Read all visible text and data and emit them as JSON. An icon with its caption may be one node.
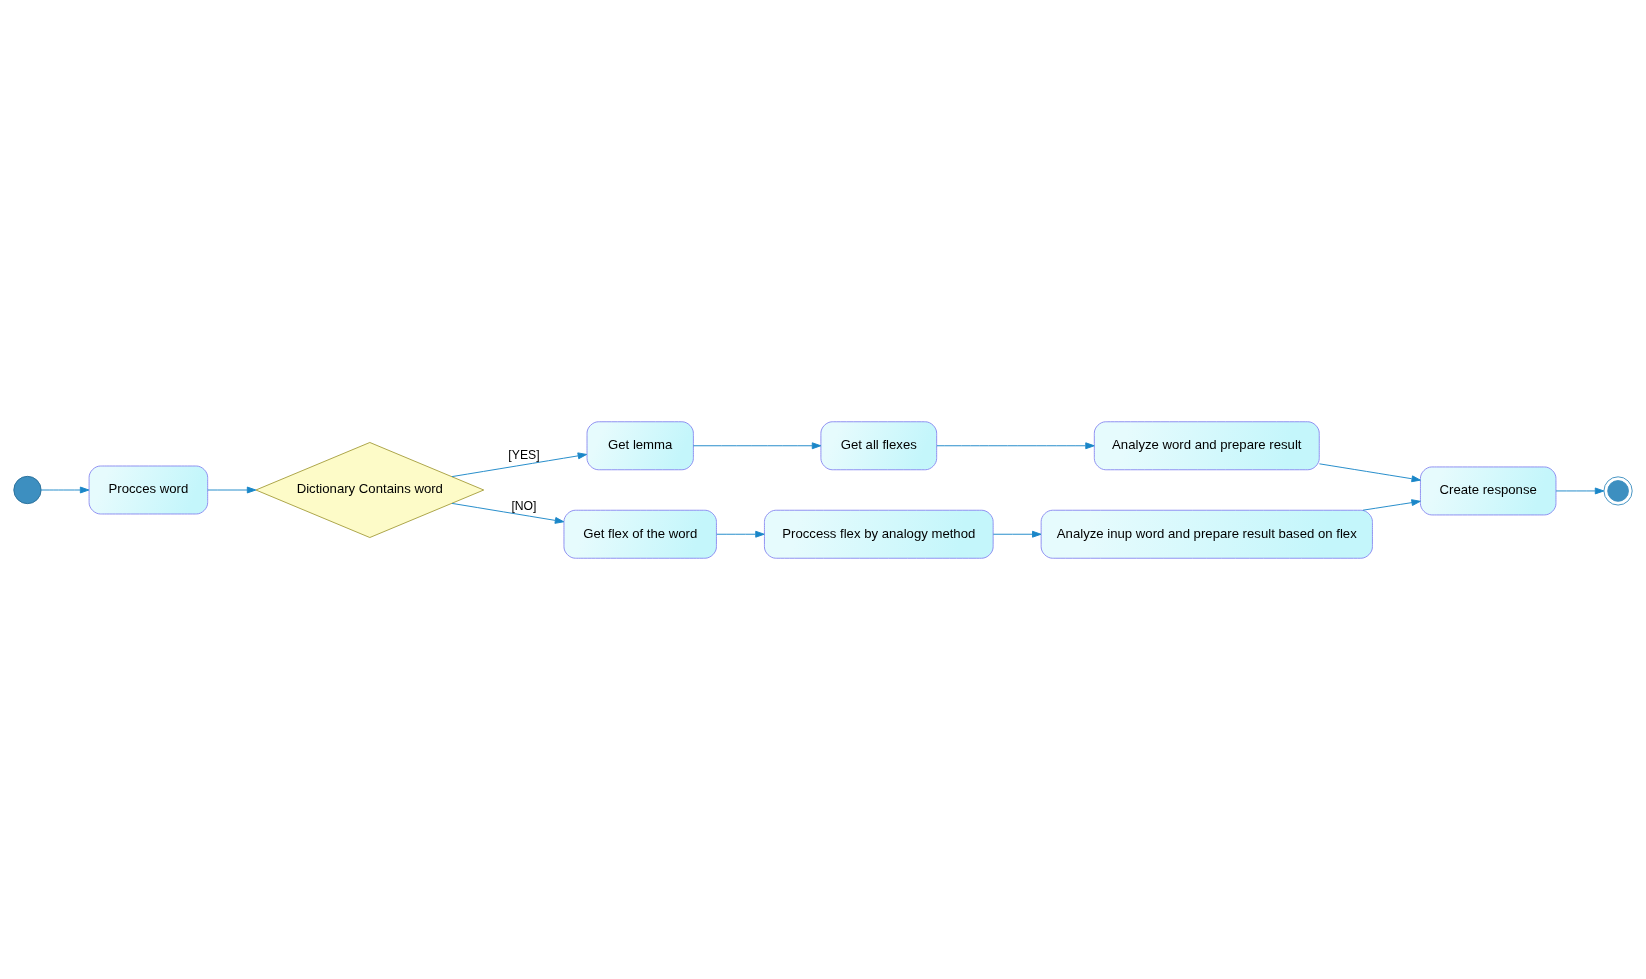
{
  "diagram": {
    "nodes": [
      {
        "text": [],
        "shape": "circle"
      },
      {
        "text": [
          "Procces word"
        ]
      },
      {
        "text": [
          "Dictionary Contains word"
        ]
      },
      {
        "text": [
          "Get lemma"
        ]
      },
      {
        "text": [
          "Get all flexes"
        ]
      },
      {
        "text": [
          "Analyze word and prepare result"
        ]
      },
      {
        "text": [
          "Get flex of the word"
        ]
      },
      {
        "text": [
          "Proccess flex by analogy method"
        ]
      },
      {
        "text": [
          "Analyze inup word and prepare result based on flex"
        ]
      },
      {
        "text": [
          "Create response"
        ]
      },
      {
        "text": [],
        "shape": "circle"
      }
    ],
    "edges": [
      {
        "from": 0,
        "to": 1,
        "arrow": "to"
      },
      {
        "from": 1,
        "to": 2,
        "arrow": "to"
      },
      {
        "from": 2,
        "to": 3,
        "label": "[YES]",
        "arrow": "to"
      },
      {
        "from": 3,
        "to": 4,
        "arrow": "to"
      },
      {
        "from": 4,
        "to": 5,
        "arrow": "to"
      },
      {
        "from": 5,
        "to": 9,
        "arrow": "to"
      },
      {
        "from": 2,
        "to": 6,
        "label": "[NO]",
        "arrow": "to"
      },
      {
        "from": 6,
        "to": 7,
        "arrow": "to"
      },
      {
        "from": 7,
        "to": 8,
        "arrow": "to"
      },
      {
        "from": 8,
        "to": 9,
        "arrow": "to"
      },
      {
        "from": 9,
        "to": 10,
        "arrow": "to"
      }
    ]
  }
}
